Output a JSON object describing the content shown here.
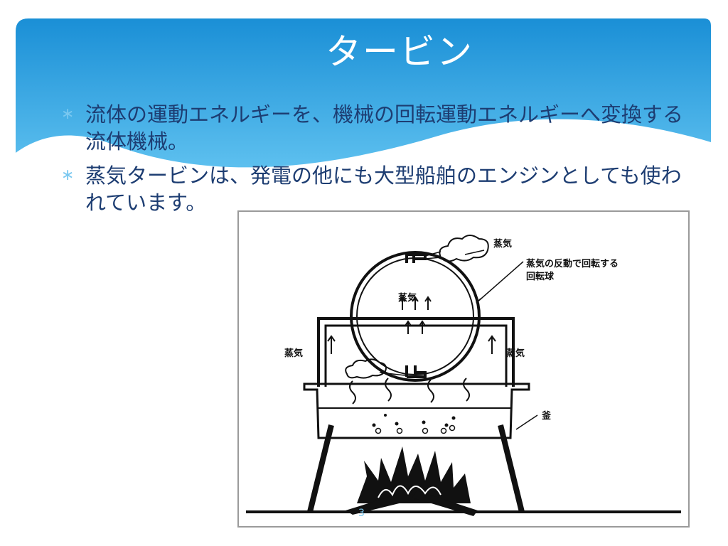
{
  "slide": {
    "title": "タービン",
    "bullets": [
      "流体の運動エネルギーを、機械の回転運動エネルギーへ変換する流体機械。",
      "蒸気タービンは、発電の他にも大型船舶のエンジンとしても使われています。"
    ],
    "bullet_marker": "∗",
    "page_number": "3"
  },
  "figure": {
    "labels": {
      "steam_top": "蒸気",
      "rotor_line1": "蒸気の反動で回転する",
      "rotor_line2": "回転球",
      "steam_inside": "蒸気",
      "steam_left": "蒸気",
      "steam_right": "蒸気",
      "pot": "釜"
    }
  },
  "colors": {
    "banner_top": "#1a8fd6",
    "banner_bottom": "#63c3f0",
    "text": "#1d3d72",
    "bullet_marker": "#7ac8f0"
  }
}
